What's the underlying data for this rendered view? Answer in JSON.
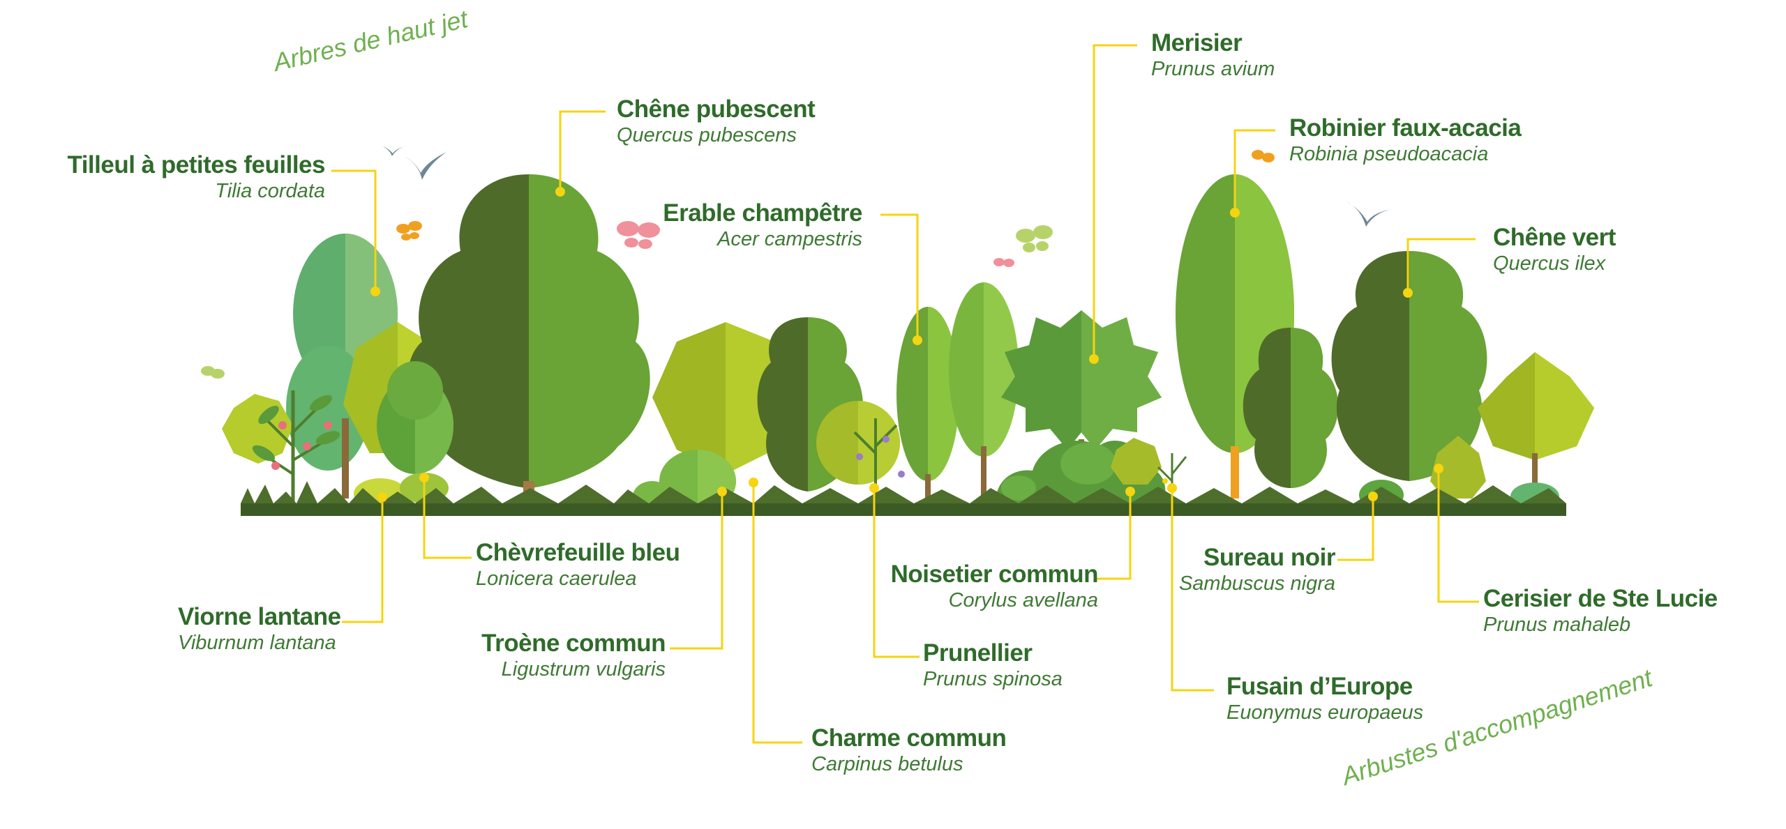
{
  "categories": {
    "trees": "Arbres de haut jet",
    "shrubs": "Arbustes d'accompagnement"
  },
  "species": {
    "tilleul": {
      "common": "Tilleul à petites feuilles",
      "latin": "Tilia cordata"
    },
    "chene_pub": {
      "common": "Chêne pubescent",
      "latin": "Quercus pubescens"
    },
    "erable": {
      "common": "Erable champêtre",
      "latin": "Acer campestris"
    },
    "merisier": {
      "common": "Merisier",
      "latin": "Prunus avium"
    },
    "robinier": {
      "common": "Robinier faux-acacia",
      "latin": "Robinia pseudoacacia"
    },
    "chene_vert": {
      "common": "Chêne vert",
      "latin": "Quercus ilex"
    },
    "viorne": {
      "common": "Viorne lantane",
      "latin": "Viburnum lantana"
    },
    "chevre": {
      "common": "Chèvrefeuille bleu",
      "latin": "Lonicera caerulea"
    },
    "troene": {
      "common": "Troène commun",
      "latin": "Ligustrum vulgaris"
    },
    "charme": {
      "common": "Charme commun",
      "latin": "Carpinus betulus"
    },
    "prunellier": {
      "common": "Prunellier",
      "latin": "Prunus spinosa"
    },
    "noisetier": {
      "common": "Noisetier commun",
      "latin": "Corylus avellana"
    },
    "fusain": {
      "common": "Fusain d’Europe",
      "latin": "Euonymus europaeus"
    },
    "sureau": {
      "common": "Sureau noir",
      "latin": "Sambuscus nigra"
    },
    "cerisier": {
      "common": "Cerisier de Ste Lucie",
      "latin": "Prunus mahaleb"
    }
  },
  "colors": {
    "leader": "#f5d410",
    "ground": "#3c5a24",
    "dark_green": "#4f6b2a",
    "mid_green": "#6aa336",
    "light_green": "#8bc43f",
    "lime": "#b9cf2c",
    "teal_green": "#63b46f",
    "bird": "#6f8795"
  }
}
